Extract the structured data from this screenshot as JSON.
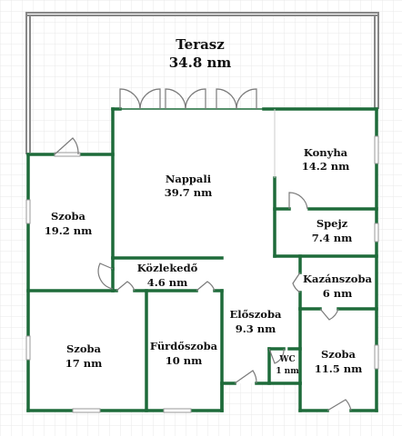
{
  "colors": {
    "wall": "#1e6b3a",
    "terrace_outline": "#888888",
    "grid": "#e4e4e4",
    "window": "#999999",
    "door": "#7a7a7a",
    "background": "#ffffff"
  },
  "rooms": {
    "terasz": {
      "name": "Terasz",
      "area": "34.8 nm"
    },
    "nappali": {
      "name": "Nappali",
      "area": "39.7 nm"
    },
    "konyha": {
      "name": "Konyha",
      "area": "14.2 nm"
    },
    "spejz": {
      "name": "Spejz",
      "area": "7.4 nm"
    },
    "szoba_left": {
      "name": "Szoba",
      "area": "19.2 nm"
    },
    "kozlekedo": {
      "name": "Közlekedő",
      "area": "4.6 nm"
    },
    "kazanszoba": {
      "name": "Kazánszoba",
      "area": "6 nm"
    },
    "eloszoba": {
      "name": "Előszoba",
      "area": "9.3 nm"
    },
    "szoba_bottom_left": {
      "name": "Szoba",
      "area": "17 nm"
    },
    "furdoszoba": {
      "name": "Fürdőszoba",
      "area": "10 nm"
    },
    "wc": {
      "name": "WC",
      "area": "1 nm"
    },
    "szoba_bottom_right": {
      "name": "Szoba",
      "area": "11.5 nm"
    }
  }
}
